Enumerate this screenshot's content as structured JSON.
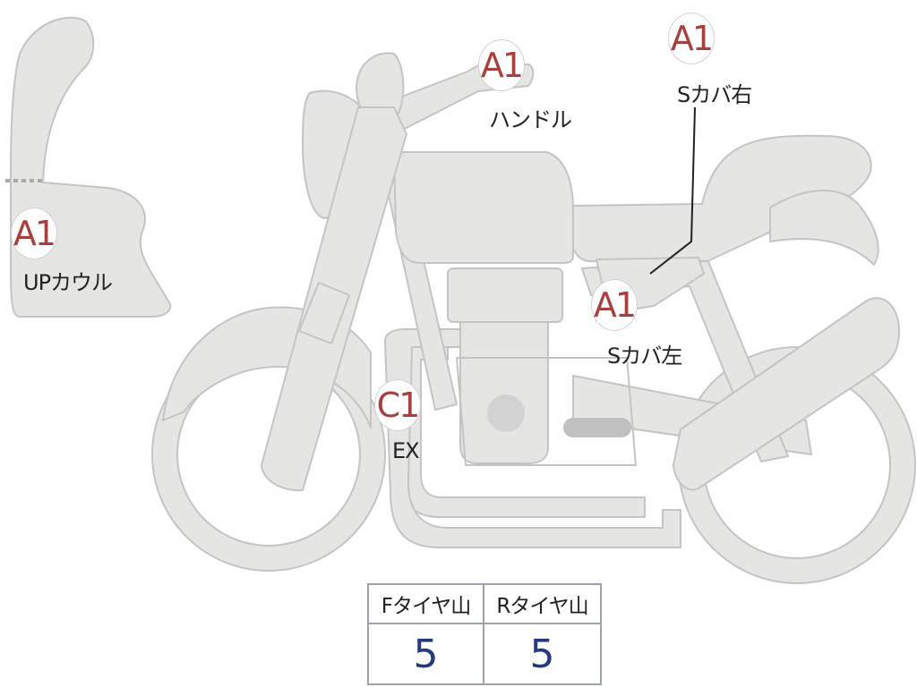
{
  "colors": {
    "part_fill": "#e5e5e3",
    "part_stroke": "#c4c4c4",
    "grade_text": "#a8403e",
    "tyre_value_text": "#233a80"
  },
  "parts": {
    "upper_cowl": {
      "grade": "A1",
      "label": "UPカウル"
    },
    "handlebar": {
      "grade": "A1",
      "label": "ハンドル"
    },
    "side_cover_right": {
      "grade": "A1",
      "label": "Sカバ右"
    },
    "side_cover_left": {
      "grade": "A1",
      "label": "Sカバ左"
    },
    "exhaust": {
      "grade": "C1",
      "label": "EX"
    }
  },
  "tyre_table": {
    "front_header": "Fタイヤ山",
    "rear_header": "Rタイヤ山",
    "front_value": "5",
    "rear_value": "5"
  }
}
